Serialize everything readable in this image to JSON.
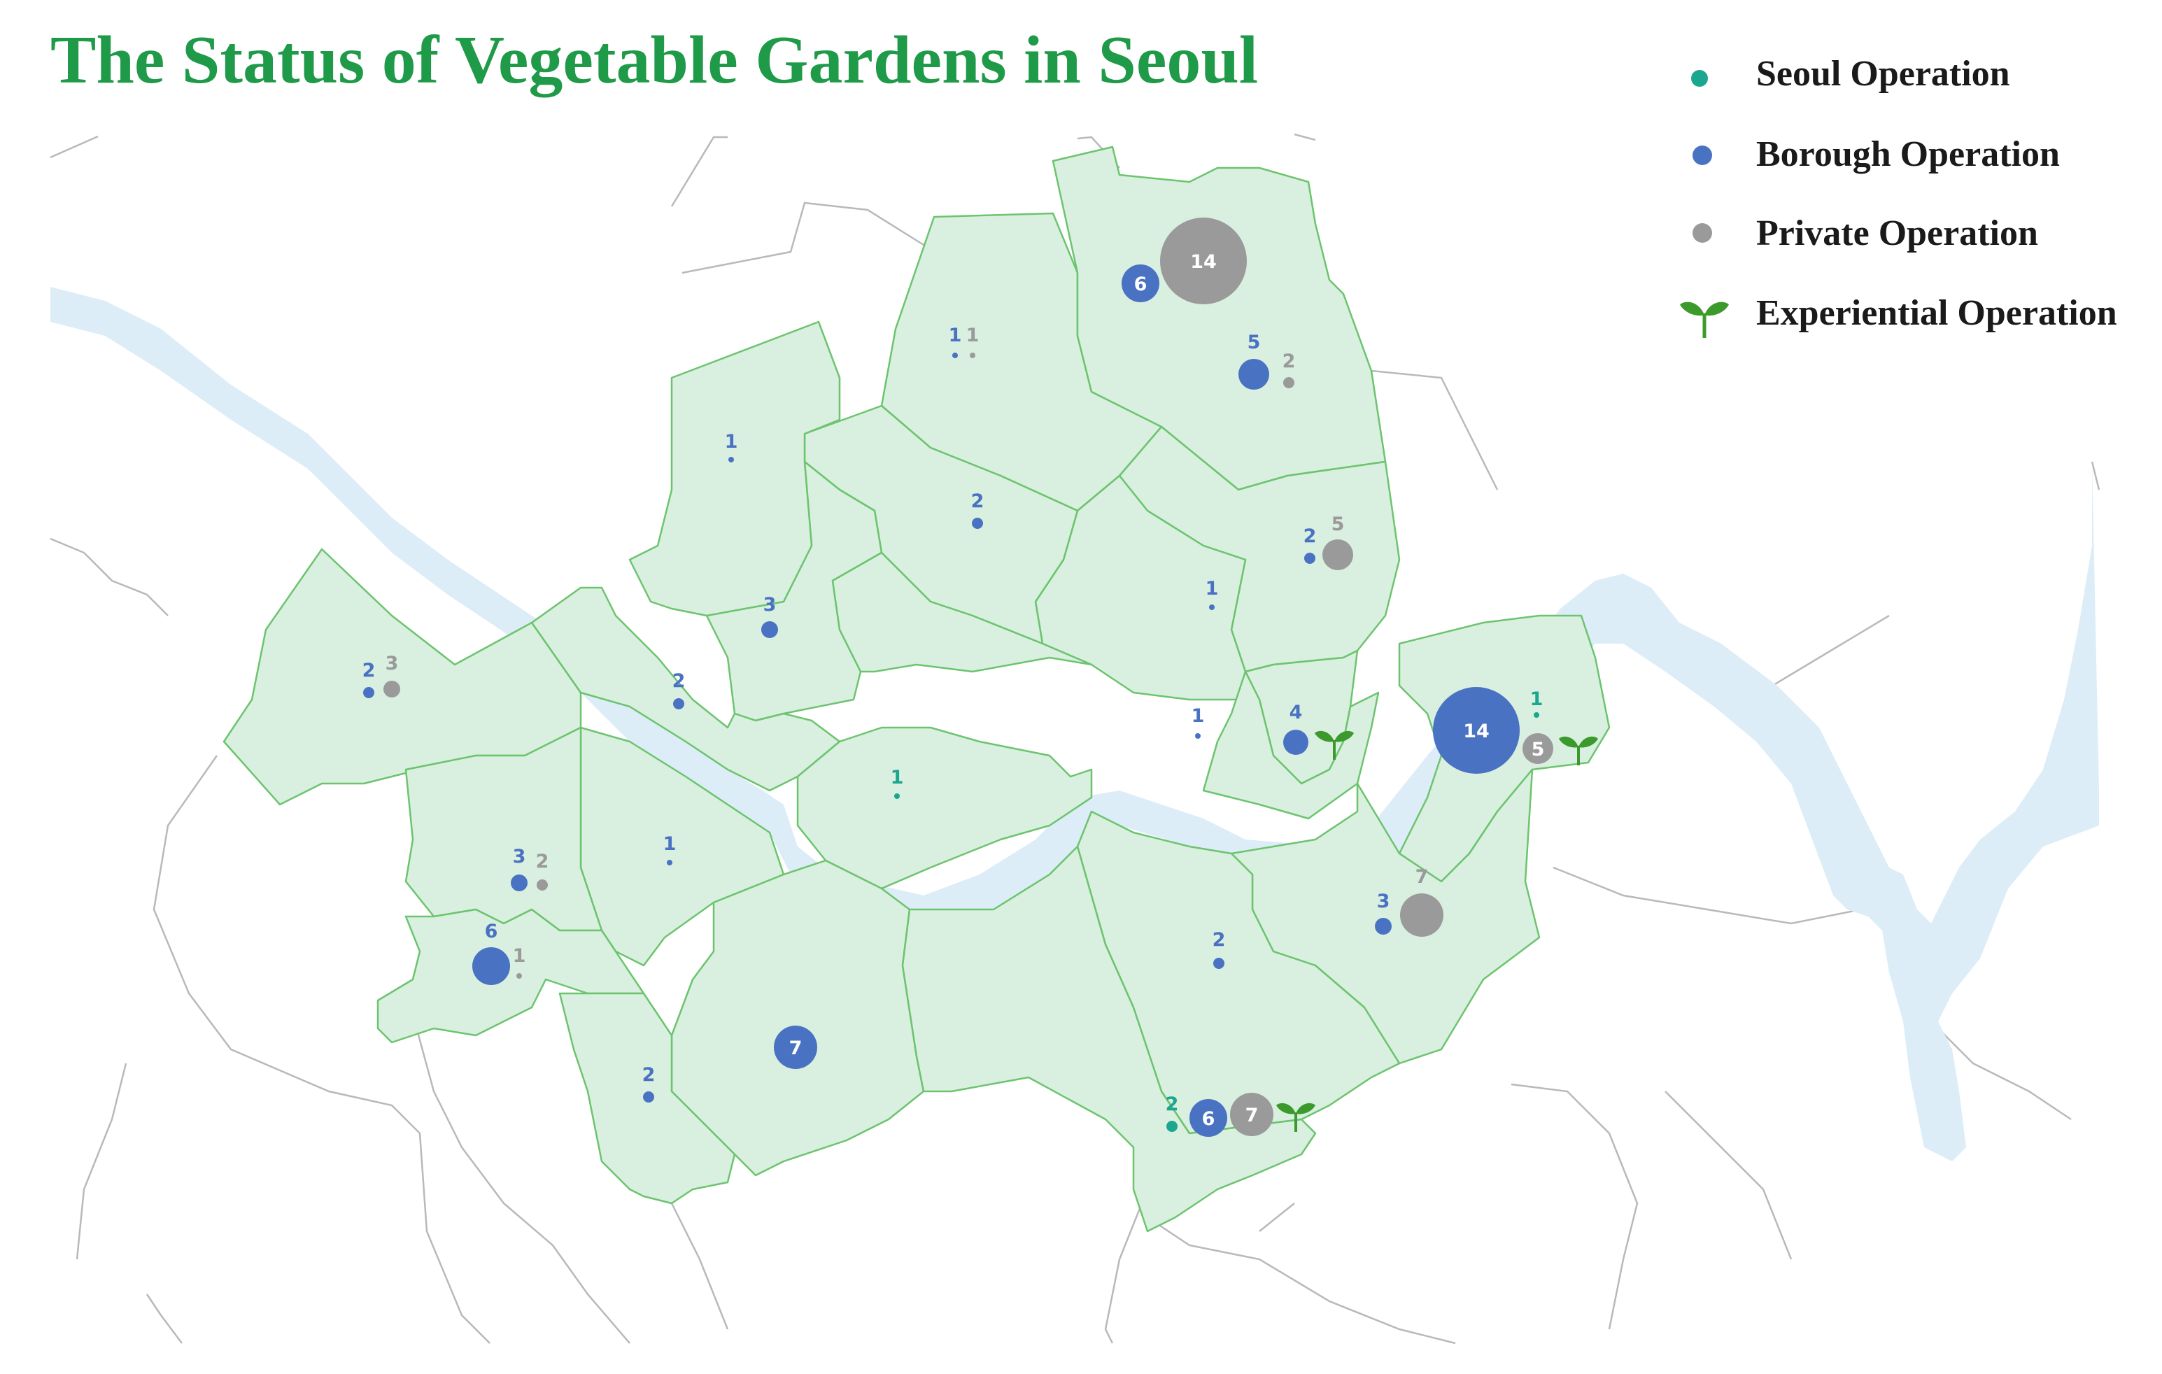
{
  "title": "The Status of Vegetable Gardens in Seoul",
  "legend": [
    {
      "key": "seoul",
      "label": "Seoul Operation",
      "color": "#1aa68f"
    },
    {
      "key": "borough",
      "label": "Borough Operation",
      "color": "#4a72c2"
    },
    {
      "key": "private",
      "label": "Private Operation",
      "color": "#9a9a9a"
    },
    {
      "key": "experiential",
      "label": "Experiential Operation",
      "icon": "sprout-icon",
      "color": "#3c9a2c"
    }
  ],
  "colors": {
    "district_fill": "#d9efdf",
    "district_border": "#6cc46e",
    "river": "#dcedf7",
    "outer_border": "#b9b9b9",
    "title": "#1f9a48"
  },
  "markers": [
    {
      "district": 1,
      "seoul": null,
      "borough": 1,
      "private": 1,
      "experiential": false
    },
    {
      "district": 2,
      "seoul": null,
      "borough": 6,
      "private": 14,
      "experiential": false
    },
    {
      "district": 3,
      "seoul": null,
      "borough": 5,
      "private": 2,
      "experiential": false
    },
    {
      "district": 4,
      "seoul": null,
      "borough": 1,
      "private": null,
      "experiential": false
    },
    {
      "district": 5,
      "seoul": null,
      "borough": 2,
      "private": null,
      "experiential": false
    },
    {
      "district": 6,
      "seoul": null,
      "borough": 2,
      "private": 5,
      "experiential": false
    },
    {
      "district": 7,
      "seoul": null,
      "borough": 3,
      "private": null,
      "experiential": false
    },
    {
      "district": 8,
      "seoul": null,
      "borough": 1,
      "private": null,
      "experiential": false
    },
    {
      "district": 9,
      "seoul": null,
      "borough": 2,
      "private": 3,
      "experiential": false
    },
    {
      "district": 10,
      "seoul": null,
      "borough": 2,
      "private": null,
      "experiential": false
    },
    {
      "district": 11,
      "seoul": null,
      "borough": 1,
      "private": null,
      "experiential": false
    },
    {
      "district": 12,
      "seoul": null,
      "borough": 4,
      "private": null,
      "experiential": true
    },
    {
      "district": 13,
      "seoul": 1,
      "borough": 14,
      "private": 5,
      "experiential": true
    },
    {
      "district": 14,
      "seoul": 1,
      "borough": null,
      "private": null,
      "experiential": false
    },
    {
      "district": 15,
      "seoul": null,
      "borough": 1,
      "private": null,
      "experiential": false
    },
    {
      "district": 16,
      "seoul": null,
      "borough": 3,
      "private": 2,
      "experiential": false
    },
    {
      "district": 17,
      "seoul": null,
      "borough": 6,
      "private": 1,
      "experiential": false
    },
    {
      "district": 18,
      "seoul": null,
      "borough": 3,
      "private": 7,
      "experiential": false
    },
    {
      "district": 19,
      "seoul": null,
      "borough": 2,
      "private": null,
      "experiential": false
    },
    {
      "district": 20,
      "seoul": null,
      "borough": 7,
      "private": null,
      "experiential": false
    },
    {
      "district": 21,
      "seoul": null,
      "borough": 2,
      "private": null,
      "experiential": false
    },
    {
      "district": 22,
      "seoul": 2,
      "borough": 6,
      "private": 7,
      "experiential": true
    }
  ]
}
